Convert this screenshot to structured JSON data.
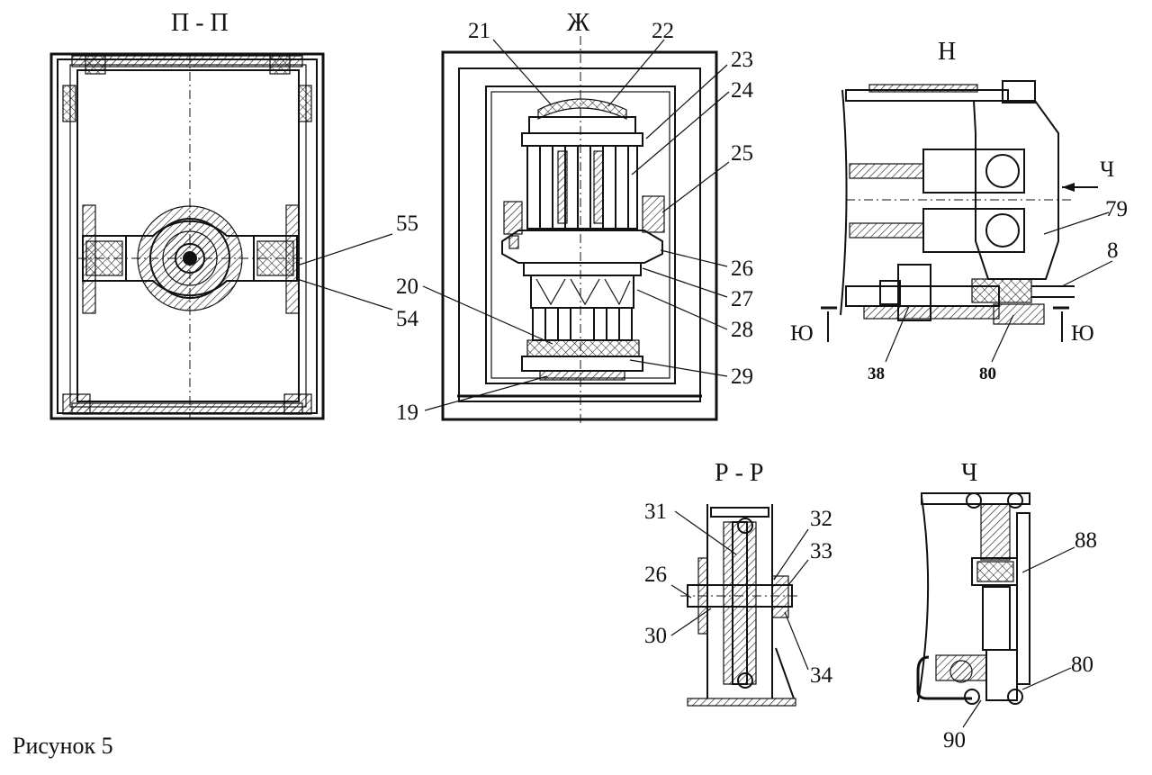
{
  "views": {
    "pp": {
      "title": "П - П",
      "labels": [
        "55",
        "54"
      ]
    },
    "zh": {
      "title": "Ж",
      "labels": [
        "21",
        "22",
        "23",
        "24",
        "25",
        "26",
        "27",
        "28",
        "29",
        "20",
        "19"
      ]
    },
    "n": {
      "title": "Н",
      "labels": [
        "Ч",
        "79",
        "8",
        "Ю",
        "Ю",
        "38",
        "80"
      ]
    },
    "rr": {
      "title": "Р - Р",
      "labels": [
        "31",
        "32",
        "33",
        "26",
        "30",
        "34"
      ]
    },
    "ch": {
      "title": "Ч",
      "labels": [
        "88",
        "80",
        "90"
      ]
    }
  },
  "caption": "Рисунок  5"
}
